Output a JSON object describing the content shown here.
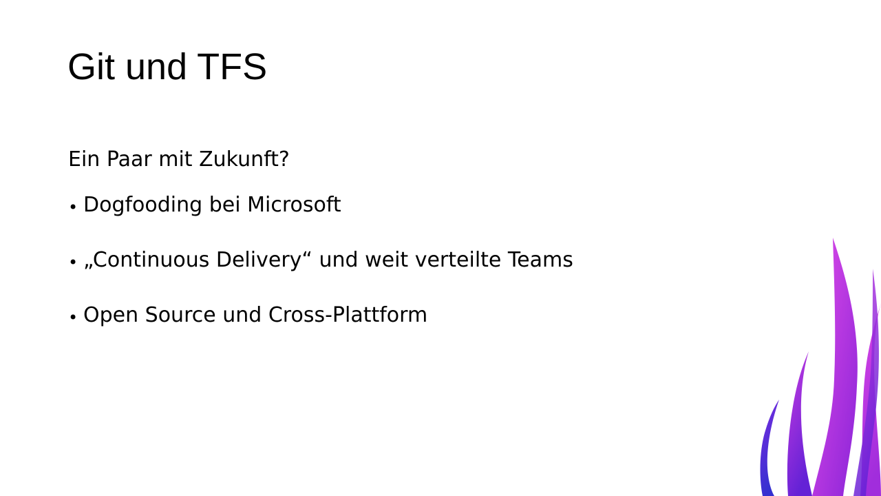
{
  "slide": {
    "title": "Git und TFS",
    "subtitle": "Ein Paar mit Zukunft?",
    "bullet_symbol": "•",
    "bullets": [
      {
        "text": "Dogfooding bei Microsoft"
      },
      {
        "text": "„Continuous Delivery“ und weit verteilte Teams"
      },
      {
        "text": "Open Source und Cross-Plattform"
      }
    ]
  },
  "decoration": {
    "name": "flame-graphic",
    "colors": {
      "magenta": "#d63fe0",
      "purple": "#9b2ad6",
      "violet": "#6a25d8",
      "blue": "#3b2fd0"
    }
  }
}
